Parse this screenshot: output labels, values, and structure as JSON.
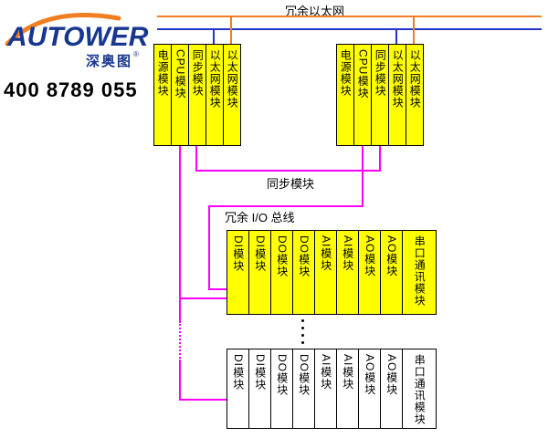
{
  "logo": {
    "brand": "AUTOWER",
    "brand_cn": "深奥图",
    "registered": "®",
    "phone": "400 8789 055"
  },
  "ethernet": {
    "label": "冗余以太网"
  },
  "labels": {
    "sync": "同步模块",
    "io_bus": "冗余 I/O 总线"
  },
  "controller_racks": [
    {
      "id": "left",
      "modules": [
        "电源模块",
        "CPU模块",
        "同步模块",
        "以太网模块",
        "以太网模块"
      ]
    },
    {
      "id": "right",
      "modules": [
        "电源模块",
        "CPU模块",
        "同步模块",
        "以太网模块",
        "以太网模块"
      ]
    }
  ],
  "io_racks": [
    {
      "id": "middle",
      "style": "yellow",
      "modules": [
        "DI模块",
        "DI模块",
        "DO模块",
        "DO模块",
        "AI模块",
        "AI模块",
        "AO模块",
        "AO模块",
        "串口通讯模块"
      ]
    },
    {
      "id": "bottom",
      "style": "white",
      "modules": [
        "DI模块",
        "DI模块",
        "DO模块",
        "DO模块",
        "AI模块",
        "AI模块",
        "AO模块",
        "AO模块",
        "串口通讯模块"
      ]
    }
  ],
  "colors": {
    "module_yellow": "#FFFF00",
    "line_magenta": "#FF00FF",
    "bus_orange": "#F07F24",
    "bus_blue": "#2334CC",
    "brand_blue": "#17368F"
  }
}
